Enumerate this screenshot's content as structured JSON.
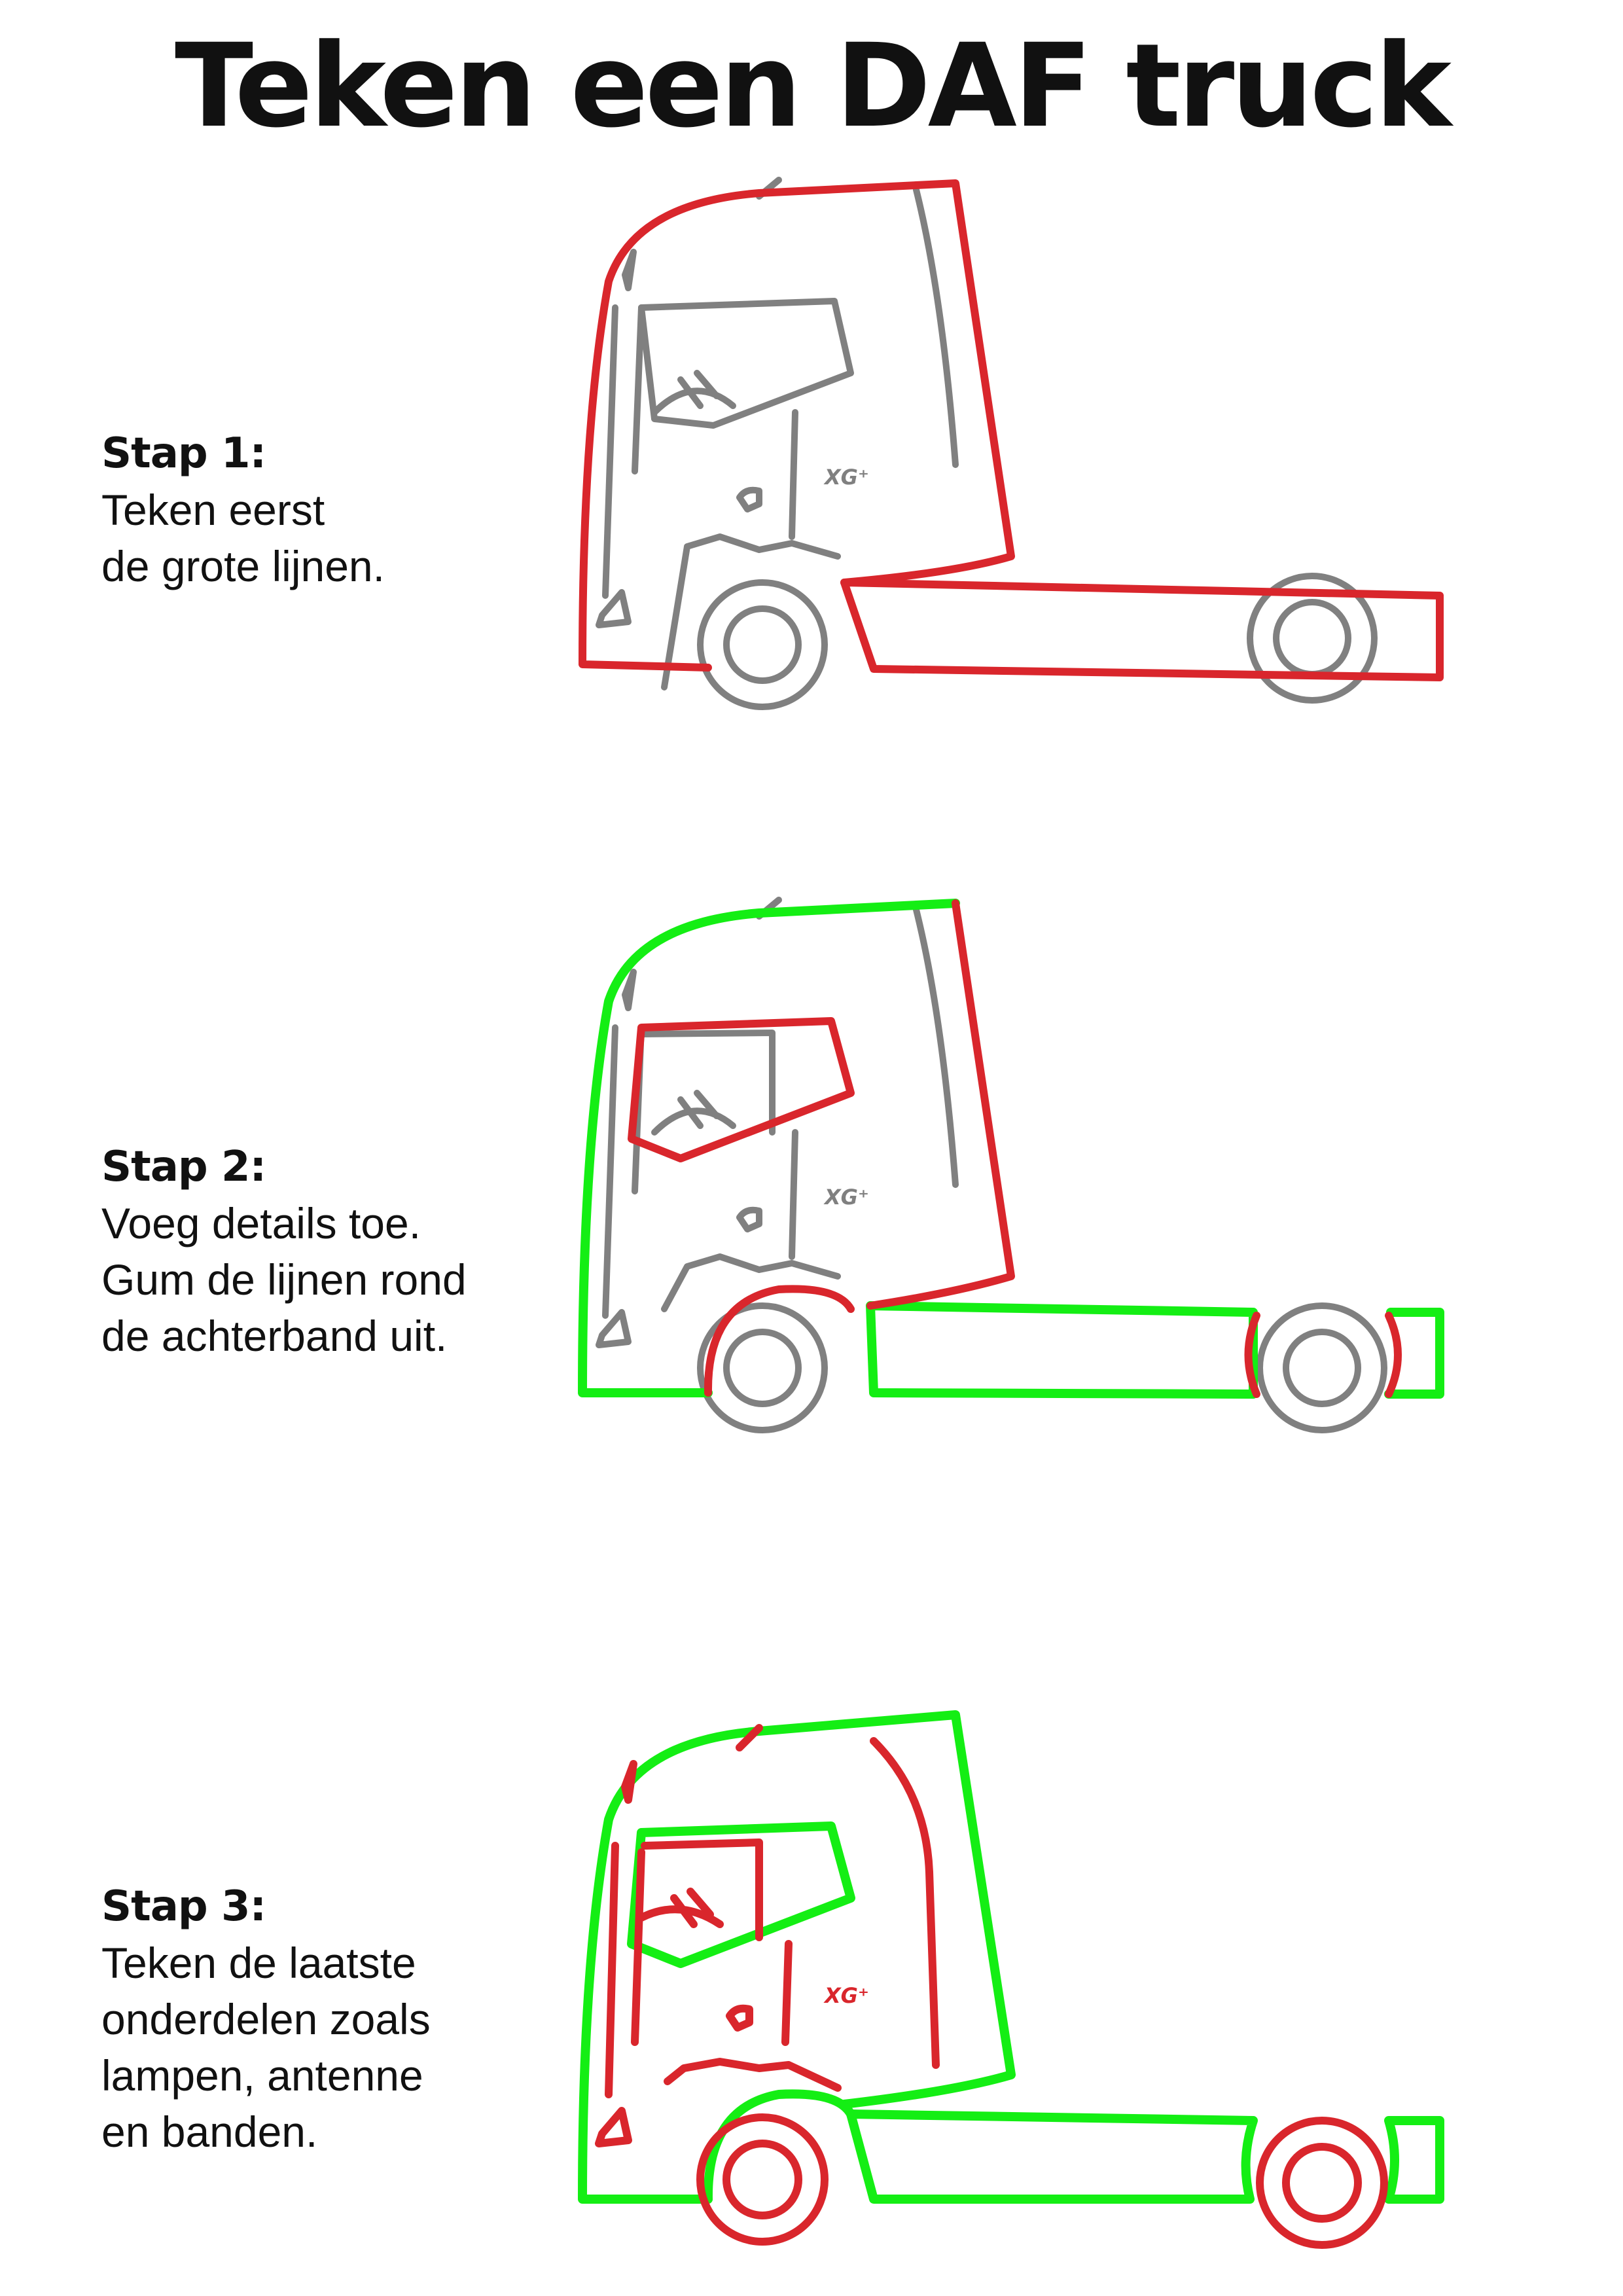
{
  "title": "Teken een DAF truck",
  "steps": [
    {
      "heading": "Stap 1:",
      "lines": [
        "Teken eerst",
        "de grote lijnen."
      ]
    },
    {
      "heading": "Stap 2:",
      "lines": [
        "Voeg details toe.",
        "Gum de lijnen rond",
        "de achterband uit."
      ]
    },
    {
      "heading": "Stap 3:",
      "lines": [
        "Teken de laatste",
        "onderdelen zoals",
        "lampen, antenne",
        "en banden."
      ]
    }
  ],
  "truck_badge": "XG⁺",
  "colors": {
    "sketch": "#808080",
    "highlight_red": "#d9262c",
    "highlight_green": "#14ee14",
    "text": "#111111"
  }
}
